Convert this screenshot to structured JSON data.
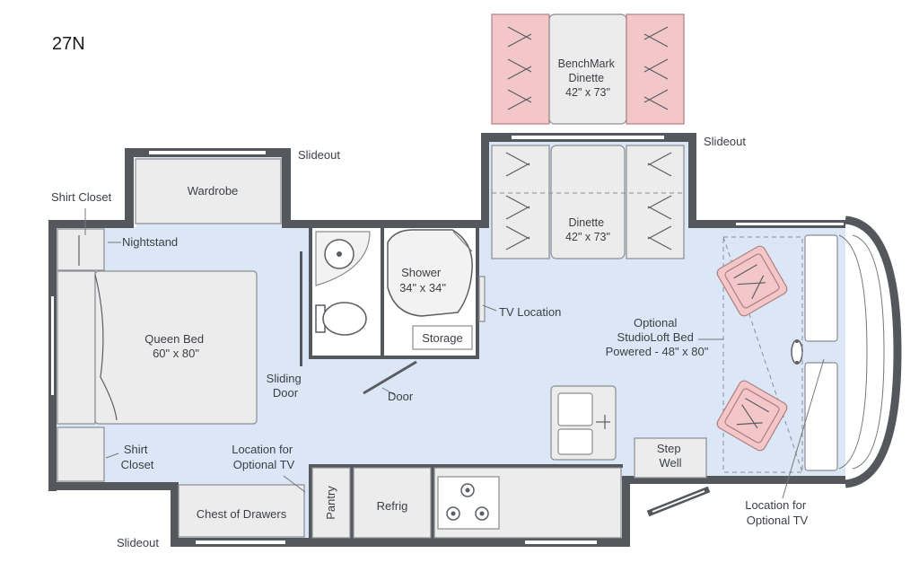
{
  "model": "27N",
  "labels": {
    "benchmark_dinette": [
      "BenchMark",
      "Dinette",
      "42\" x 73\""
    ],
    "slideout_top_left": "Slideout",
    "slideout_top_right": "Slideout",
    "slideout_bottom": "Slideout",
    "wardrobe": "Wardrobe",
    "shirt_closet_top": "Shirt Closet",
    "nightstand": "Nightstand",
    "queen_bed": [
      "Queen Bed",
      "60\" x 80\""
    ],
    "shower": [
      "Shower",
      "34\" x 34\""
    ],
    "storage": "Storage",
    "tv_location": "TV Location",
    "dinette": [
      "Dinette",
      "42\" x 73\""
    ],
    "studioloft_bed": [
      "Optional",
      "StudioLoft Bed",
      "Powered - 48\" x 80\""
    ],
    "sliding_door": [
      "Sliding",
      "Door"
    ],
    "door": "Door",
    "shirt_closet_bottom": [
      "Shirt",
      "Closet"
    ],
    "location_optional_tv_left": [
      "Location for",
      "Optional TV"
    ],
    "step_well": [
      "Step",
      "Well"
    ],
    "chest_of_drawers": "Chest of Drawers",
    "pantry": "Pantry",
    "refrig": "Refrig",
    "location_optional_tv_right": [
      "Location for",
      "Optional TV"
    ]
  },
  "colors": {
    "floor": "#dbe7f6",
    "wall": "#54585d",
    "optional_highlight": "#f3c6c8"
  }
}
